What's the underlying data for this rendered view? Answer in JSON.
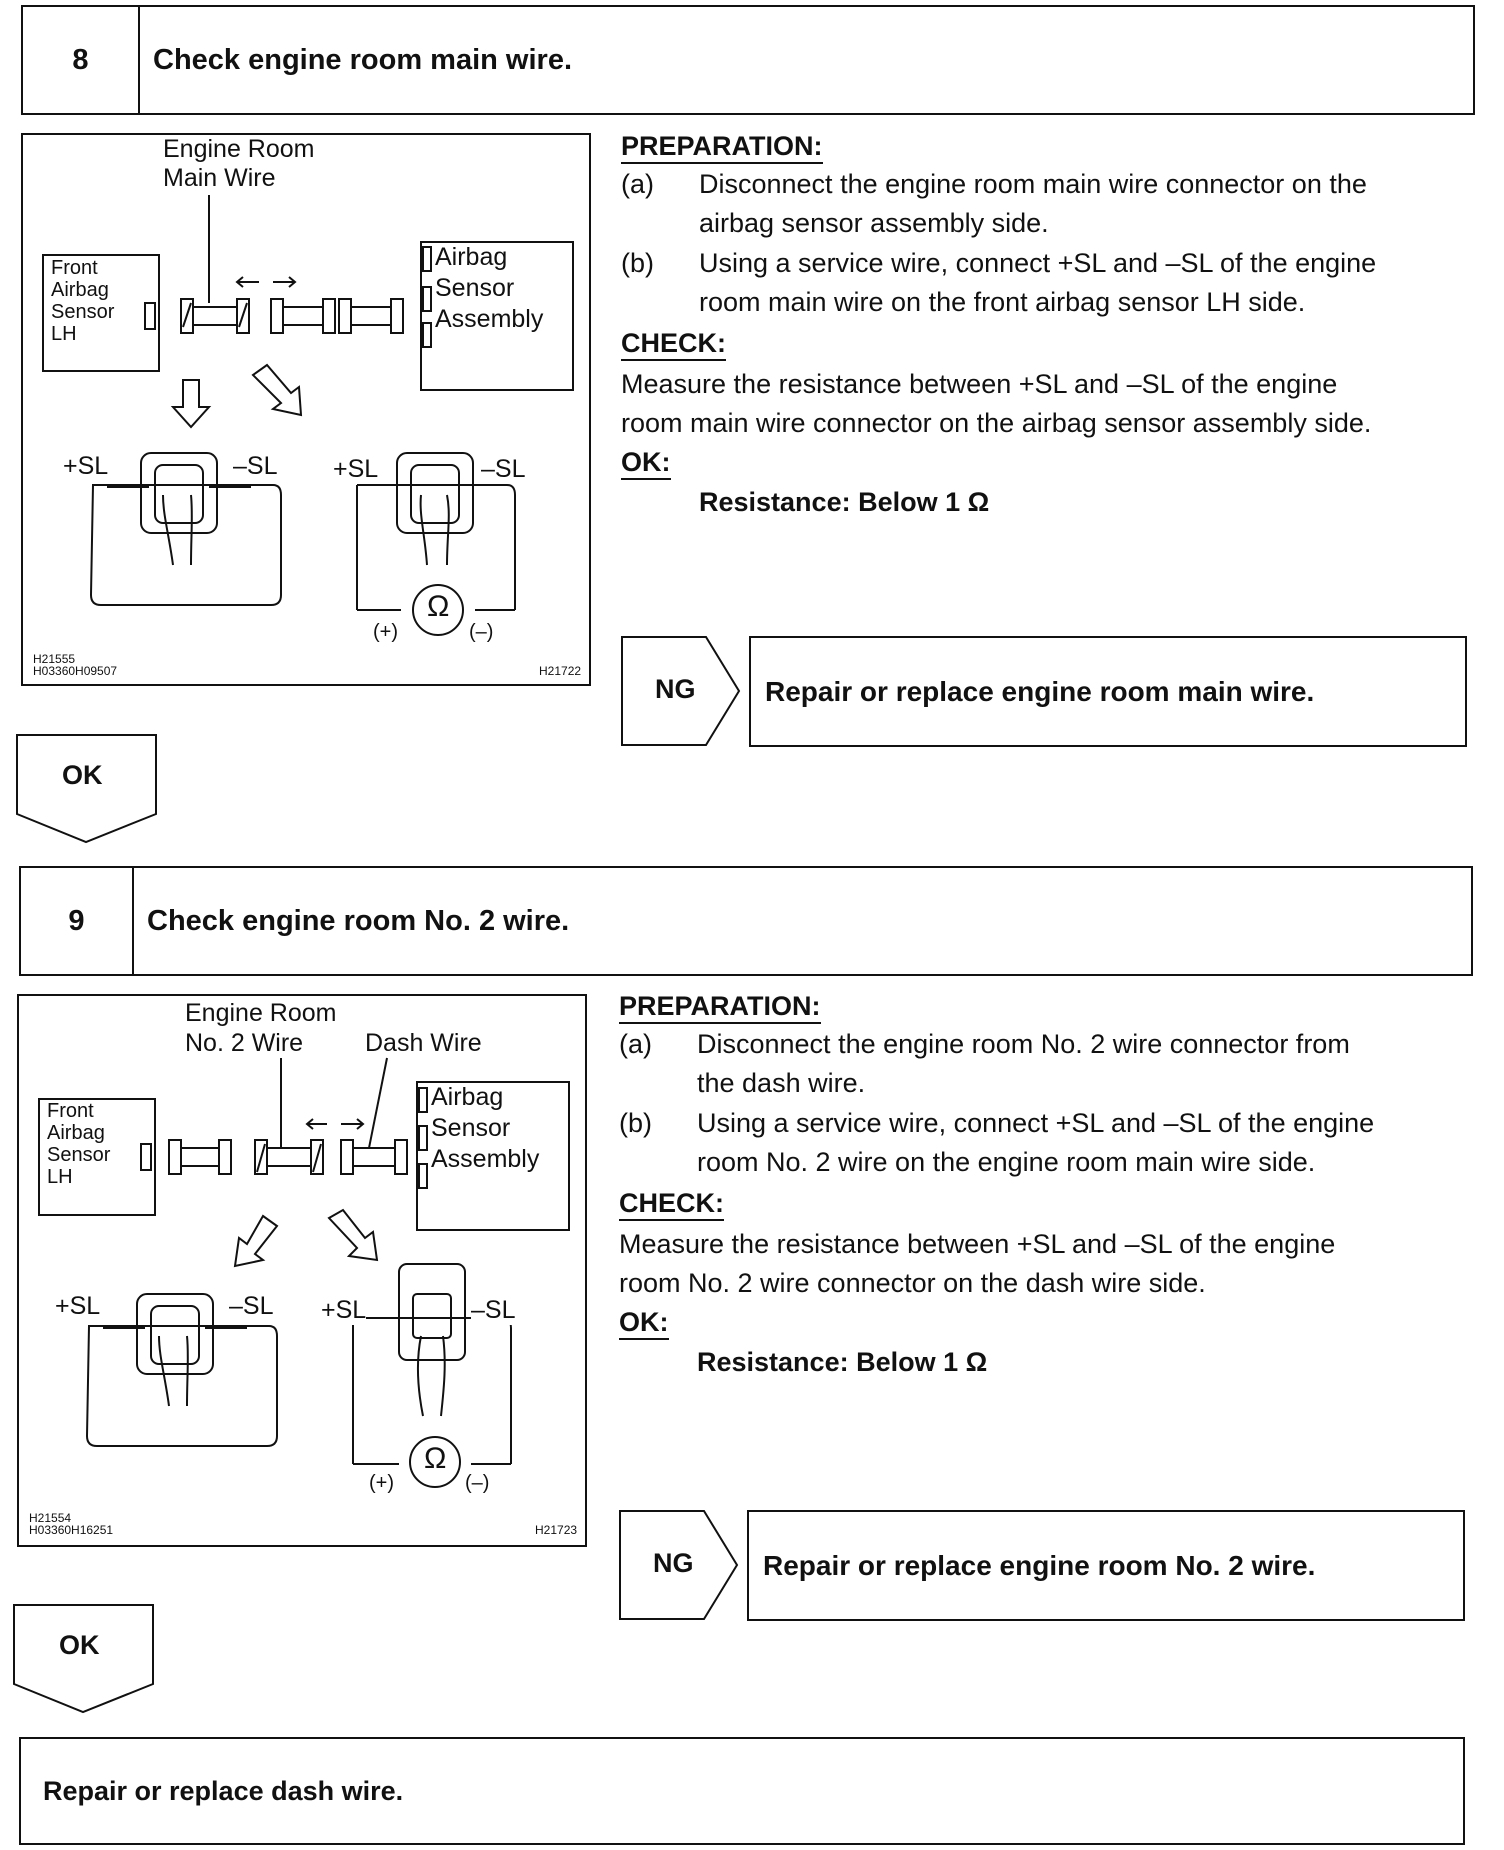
{
  "steps": [
    {
      "number": "8",
      "title": "Check engine room main wire.",
      "figure": {
        "label_wire": [
          "Engine Room",
          "Main Wire"
        ],
        "label_front": [
          "Front",
          "Airbag",
          "Sensor",
          "LH"
        ],
        "label_assy": [
          "Airbag",
          "Sensor",
          "Assembly"
        ],
        "plus_sl_left": "+SL",
        "minus_sl_left": "–SL",
        "plus_sl_right": "+SL",
        "minus_sl_right": "–SL",
        "ohm": "Ω",
        "probe_plus": "(+)",
        "probe_minus": "(–)",
        "code_left": [
          "H21555",
          "H03360H09507"
        ],
        "code_right": "H21722"
      },
      "preparation_heading": "PREPARATION:",
      "preparation": [
        {
          "label": "(a)",
          "lines": [
            "Disconnect the engine room main wire connector on the",
            "airbag sensor assembly side."
          ]
        },
        {
          "label": "(b)",
          "lines": [
            "Using a service wire, connect +SL and –SL of the engine",
            "room main wire on the front airbag sensor LH side."
          ]
        }
      ],
      "check_heading": "CHECK:",
      "check": [
        "Measure the resistance between +SL and –SL of the engine",
        "room main wire connector on the airbag sensor assembly side."
      ],
      "ok_heading": "OK:",
      "spec": "Resistance: Below 1 Ω",
      "ng_label": "NG",
      "ng_action": "Repair or replace engine room main wire.",
      "ok_label": "OK"
    },
    {
      "number": "9",
      "title": "Check engine room No. 2 wire.",
      "figure": {
        "label_wire": [
          "Engine Room",
          "No. 2 Wire"
        ],
        "label_dash": "Dash Wire",
        "label_front": [
          "Front",
          "Airbag",
          "Sensor",
          "LH"
        ],
        "label_assy": [
          "Airbag",
          "Sensor",
          "Assembly"
        ],
        "plus_sl_left": "+SL",
        "minus_sl_left": "–SL",
        "plus_sl_right": "+SL",
        "minus_sl_right": "–SL",
        "ohm": "Ω",
        "probe_plus": "(+)",
        "probe_minus": "(–)",
        "code_left": [
          "H21554",
          "H03360H16251"
        ],
        "code_right": "H21723"
      },
      "preparation_heading": "PREPARATION:",
      "preparation": [
        {
          "label": "(a)",
          "lines": [
            "Disconnect the engine room No. 2 wire connector from",
            "the dash wire."
          ]
        },
        {
          "label": "(b)",
          "lines": [
            "Using a service wire, connect +SL and –SL of the engine",
            "room No. 2 wire on the engine room main wire side."
          ]
        }
      ],
      "check_heading": "CHECK:",
      "check": [
        "Measure the resistance between +SL and –SL of the engine",
        "room No. 2 wire connector on the dash wire side."
      ],
      "ok_heading": "OK:",
      "spec": "Resistance: Below 1 Ω",
      "ng_label": "NG",
      "ng_action": "Repair or replace engine room No. 2 wire.",
      "ok_label": "OK"
    }
  ],
  "final_action": "Repair or replace dash wire."
}
